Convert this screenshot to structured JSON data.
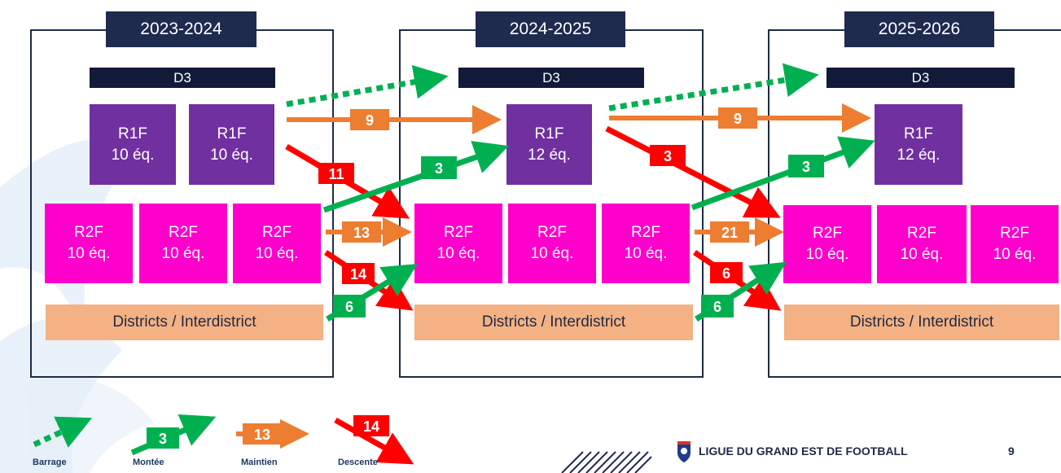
{
  "seasons": [
    {
      "title": "2023-2024",
      "d3": "D3",
      "r1f": [
        {
          "name": "R1F",
          "teams": "10 éq."
        },
        {
          "name": "R1F",
          "teams": "10 éq."
        }
      ],
      "r2f": [
        {
          "name": "R2F",
          "teams": "10 éq."
        },
        {
          "name": "R2F",
          "teams": "10 éq."
        },
        {
          "name": "R2F",
          "teams": "10 éq."
        }
      ],
      "districts": "Districts / Interdistrict"
    },
    {
      "title": "2024-2025",
      "d3": "D3",
      "r1f": [
        {
          "name": "R1F",
          "teams": "12 éq."
        }
      ],
      "r2f": [
        {
          "name": "R2F",
          "teams": "10 éq."
        },
        {
          "name": "R2F",
          "teams": "10 éq."
        },
        {
          "name": "R2F",
          "teams": "10 éq."
        }
      ],
      "districts": "Districts / Interdistrict"
    },
    {
      "title": "2025-2026",
      "d3": "D3",
      "r1f": [
        {
          "name": "R1F",
          "teams": "12 éq."
        }
      ],
      "r2f": [
        {
          "name": "R2F",
          "teams": "10 éq."
        },
        {
          "name": "R2F",
          "teams": "10 éq."
        },
        {
          "name": "R2F",
          "teams": "10 éq."
        }
      ],
      "districts": "Districts / Interdistrict"
    }
  ],
  "transitions": [
    {
      "from": "2023-2024",
      "r1f_maintien": "9",
      "r1f_descente": "11",
      "r2f_montee": "3",
      "r2f_maintien": "13",
      "r2f_descente": "14",
      "district_montee": "6"
    },
    {
      "from": "2024-2025",
      "r1f_maintien": "9",
      "r1f_descente": "3",
      "r2f_montee": "3",
      "r2f_maintien": "21",
      "r2f_descente": "6",
      "district_montee": "6"
    }
  ],
  "legend": {
    "barrage": "Barrage",
    "montee": "Montée",
    "montee_value": "3",
    "maintien": "Maintien",
    "maintien_value": "13",
    "descente": "Descente",
    "descente_value": "14"
  },
  "footer": {
    "org": "LIGUE DU GRAND EST DE FOOTBALL",
    "page": "9"
  },
  "colors": {
    "navy": "#1f2a4f",
    "r1f": "#7030a0",
    "r2f": "#ff00cc",
    "districts": "#f4b183",
    "montee": "#00b050",
    "maintien": "#ed7d31",
    "descente": "#ff0000",
    "barrage": "#00b050"
  }
}
